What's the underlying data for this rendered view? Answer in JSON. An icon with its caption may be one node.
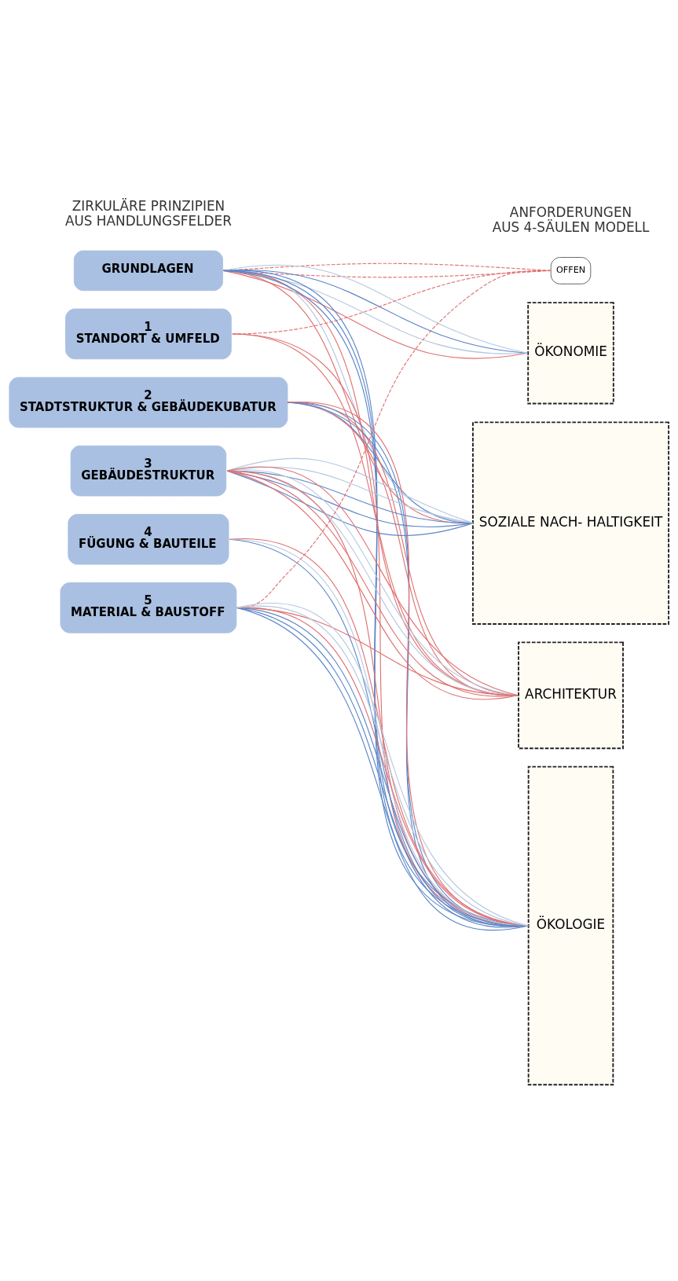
{
  "diagram": {
    "nodes": [
      {
        "text": [
          "GRUNDLAGEN"
        ]
      },
      {
        "text": [
          "1",
          "STANDORT & UMFELD"
        ]
      },
      {
        "text": [
          "2",
          "STADTSTRUKTUR & GEBÄUDEKUBATUR"
        ]
      },
      {
        "text": [
          "3",
          "GEBÄUDESTRUKTUR"
        ]
      },
      {
        "text": [
          "4",
          "FÜGUNG & BAUTEILE"
        ]
      },
      {
        "text": [
          "5",
          "MATERIAL & BAUSTOFF"
        ]
      },
      {
        "text": [
          "OFFEN"
        ]
      },
      {
        "text": [
          "ÖKONOMIE"
        ]
      },
      {
        "text": [
          "SOZIALE NACH- HALTIGKEIT"
        ]
      },
      {
        "text": [
          "ARCHITEKTUR"
        ]
      },
      {
        "text": [
          "ÖKOLOGIE"
        ]
      }
    ],
    "edges": [
      {
        "from": 0,
        "to": 6,
        "arrow": "none",
        "style": "dashed",
        "color": "#e07070"
      },
      {
        "from": 0,
        "to": 6,
        "arrow": "none",
        "style": "dashed",
        "color": "#e07070"
      },
      {
        "from": 0,
        "to": 7,
        "arrow": "none",
        "color": "#e07070"
      },
      {
        "from": 0,
        "to": 7,
        "arrow": "none",
        "color": "#b4c8e0"
      },
      {
        "from": 0,
        "to": 7,
        "arrow": "none",
        "color": "#5b86c8"
      },
      {
        "from": 0,
        "to": 7,
        "arrow": "none",
        "color": "#b4c8e0"
      },
      {
        "from": 0,
        "to": 8,
        "arrow": "none",
        "color": "#e07070"
      },
      {
        "from": 0,
        "to": 8,
        "arrow": "none",
        "color": "#b4c8e0"
      },
      {
        "from": 0,
        "to": 9,
        "arrow": "none",
        "color": "#e07070"
      },
      {
        "from": 0,
        "to": 10,
        "arrow": "none",
        "color": "#5b86c8"
      },
      {
        "from": 0,
        "to": 10,
        "arrow": "none",
        "color": "#5b86c8"
      },
      {
        "from": 0,
        "to": 10,
        "arrow": "none",
        "color": "#5b86c8"
      },
      {
        "from": 1,
        "to": 6,
        "arrow": "none",
        "style": "dashed",
        "color": "#e07070"
      },
      {
        "from": 1,
        "to": 10,
        "arrow": "none",
        "color": "#e07070"
      },
      {
        "from": 1,
        "to": 9,
        "arrow": "none",
        "color": "#e07070"
      },
      {
        "from": 2,
        "to": 9,
        "arrow": "none",
        "color": "#e07070"
      },
      {
        "from": 2,
        "to": 9,
        "arrow": "none",
        "color": "#e07070"
      },
      {
        "from": 2,
        "to": 8,
        "arrow": "none",
        "color": "#5b86c8"
      },
      {
        "from": 2,
        "to": 10,
        "arrow": "none",
        "color": "#5b86c8"
      },
      {
        "from": 2,
        "to": 10,
        "arrow": "none",
        "color": "#5b86c8"
      },
      {
        "from": 2,
        "to": 10,
        "arrow": "none",
        "color": "#e07070"
      },
      {
        "from": 3,
        "to": 8,
        "arrow": "none",
        "color": "#5b86c8"
      },
      {
        "from": 3,
        "to": 8,
        "arrow": "none",
        "color": "#5b86c8"
      },
      {
        "from": 3,
        "to": 8,
        "arrow": "none",
        "color": "#5b86c8"
      },
      {
        "from": 3,
        "to": 8,
        "arrow": "none",
        "color": "#b4c8e0"
      },
      {
        "from": 3,
        "to": 8,
        "arrow": "none",
        "color": "#b4c8e0"
      },
      {
        "from": 3,
        "to": 9,
        "arrow": "none",
        "color": "#e07070"
      },
      {
        "from": 3,
        "to": 9,
        "arrow": "none",
        "color": "#e07070"
      },
      {
        "from": 3,
        "to": 9,
        "arrow": "none",
        "color": "#b4c8e0"
      },
      {
        "from": 3,
        "to": 9,
        "arrow": "none",
        "color": "#b4c8e0"
      },
      {
        "from": 3,
        "to": 9,
        "arrow": "none",
        "color": "#e07070"
      },
      {
        "from": 3,
        "to": 10,
        "arrow": "none",
        "color": "#e07070"
      },
      {
        "from": 4,
        "to": 10,
        "arrow": "none",
        "color": "#5b86c8"
      },
      {
        "from": 4,
        "to": 10,
        "arrow": "none",
        "color": "#b4c8e0"
      },
      {
        "from": 4,
        "to": 10,
        "arrow": "none",
        "color": "#e07070"
      },
      {
        "from": 5,
        "to": 9,
        "arrow": "none",
        "color": "#e07070"
      },
      {
        "from": 5,
        "to": 10,
        "arrow": "none",
        "color": "#5b86c8"
      },
      {
        "from": 5,
        "to": 10,
        "arrow": "none",
        "color": "#5b86c8"
      },
      {
        "from": 5,
        "to": 10,
        "arrow": "none",
        "color": "#5b86c8"
      },
      {
        "from": 5,
        "to": 10,
        "arrow": "none",
        "color": "#e07070"
      },
      {
        "from": 5,
        "to": 10,
        "arrow": "none",
        "color": "#b4c8e0"
      },
      {
        "from": 5,
        "to": 10,
        "arrow": "none",
        "color": "#b4c8e0"
      },
      {
        "from": 5,
        "to": 6,
        "arrow": "none",
        "style": "dashed",
        "color": "#e07070"
      }
    ],
    "labels": [
      "ANFORDERUNGEN AUS 4-SÄULEN MODELL",
      "ZIRKULÄRE PRINZIPIEN AUS HANDLUNGSFELDER"
    ]
  }
}
